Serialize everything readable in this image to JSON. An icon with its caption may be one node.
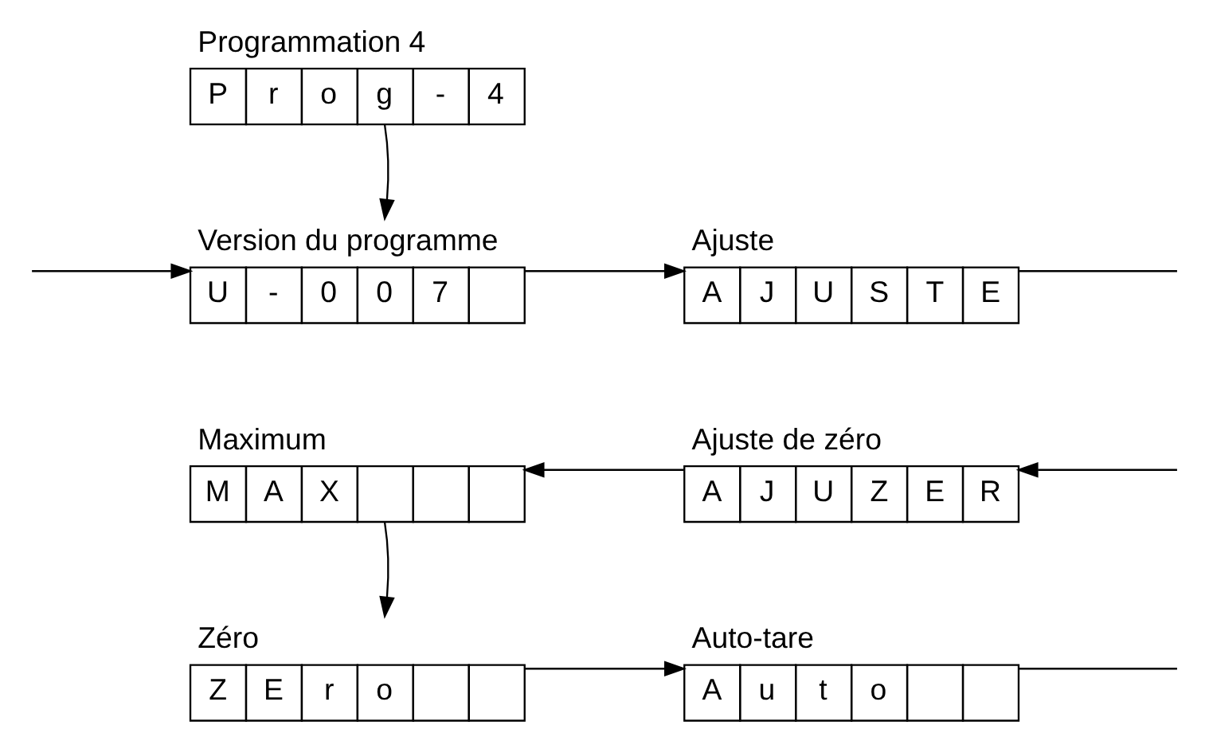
{
  "diagram": {
    "nodes": [
      {
        "text": [
          "Programmation 4",
          "P",
          "r",
          "o",
          "g",
          "-",
          "4"
        ]
      },
      {
        "text": [
          "Version du programme",
          "U",
          "-",
          "0",
          "0",
          "7"
        ]
      },
      {
        "text": [
          "Ajuste",
          "A",
          "J",
          "U",
          "S",
          "T",
          "E"
        ]
      },
      {
        "text": [
          "Ajuste de zéro",
          "A",
          "J",
          "U",
          "Z",
          "E",
          "R"
        ]
      },
      {
        "text": [
          "Maximum",
          "M",
          "A",
          "X"
        ]
      },
      {
        "text": [
          "Zéro",
          "Z",
          "E",
          "r",
          "o"
        ]
      },
      {
        "text": [
          "Auto-tare",
          "A",
          "u",
          "t",
          "o"
        ]
      }
    ],
    "edges": [
      {
        "from": 0,
        "to": 1,
        "arrow": "to"
      },
      {
        "from": 1,
        "to": 2,
        "arrow": "to"
      },
      {
        "from": 2,
        "to": null,
        "arrow": "none"
      },
      {
        "from": null,
        "to": 3,
        "arrow": "to"
      },
      {
        "from": 3,
        "to": 4,
        "arrow": "to"
      },
      {
        "from": 4,
        "to": 5,
        "arrow": "to"
      },
      {
        "from": 5,
        "to": 6,
        "arrow": "to"
      },
      {
        "from": 6,
        "to": null,
        "arrow": "none"
      },
      {
        "from": null,
        "to": 1,
        "arrow": "to"
      }
    ]
  }
}
